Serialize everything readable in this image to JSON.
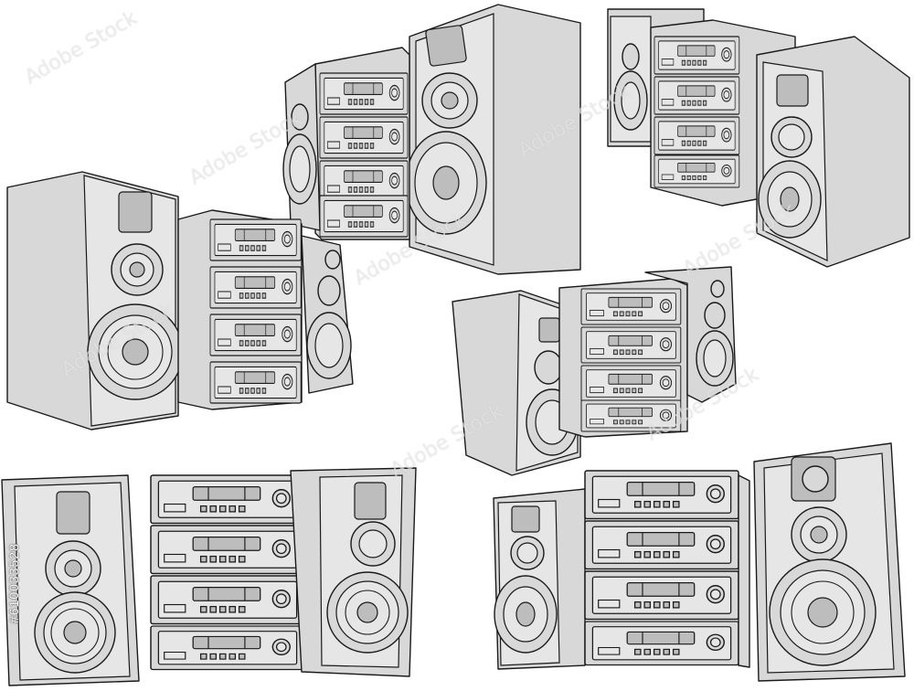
{
  "image": {
    "subject": "hifi-stereo-systems-line-art",
    "line_color": "#1a1a1a",
    "fill_color": "#d8d8d8",
    "light_fill": "#e6e6e6",
    "dark_fill": "#bdbdbd",
    "background": "#ffffff"
  },
  "stock_id": "#610033528",
  "watermark_text": "Adobe Stock"
}
